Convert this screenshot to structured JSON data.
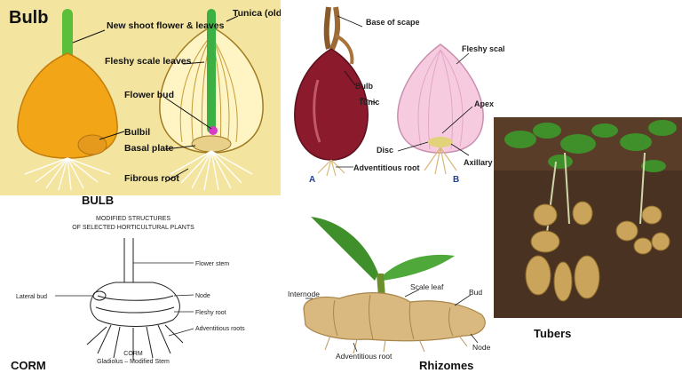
{
  "bulb_panel": {
    "title": "Bulb",
    "labels": {
      "new_shoot": "New shoot flower & leaves",
      "tunica": "Tunica (old leaves)",
      "fleshy_scale_leaves": "Fleshy scale leaves",
      "flower_bud": "Flower bud",
      "bulbil": "Bulbil",
      "basal_plate": "Basal plate",
      "fibrous_root": "Fibrous root"
    },
    "caption": "BULB"
  },
  "onion_panel": {
    "labels": {
      "base_of_scape": "Base of scape",
      "fleshy_scale_leaf": "Fleshy scale leaf",
      "bulb": "Bulb",
      "tunic": "Tunic",
      "apex": "Apex",
      "disc": "Disc",
      "axillary_bud": "Axillary bud",
      "adventitious_root": "Adventitious root"
    },
    "letter_a": "A",
    "letter_b": "B"
  },
  "corm_panel": {
    "heading_line1": "MODIFIED STRUCTURES",
    "heading_line2": "OF SELECTED HORTICULTURAL PLANTS",
    "labels": {
      "flower_stem": "Flower stem",
      "lateral_bud": "Lateral bud",
      "node": "Node",
      "fleshy_root": "Fleshy root",
      "adventitious_roots": "Adventitious roots"
    },
    "figure_caption_1": "CORM",
    "figure_caption_2": "Gladiolus – Modified Stem",
    "caption": "CORM"
  },
  "rhizome_panel": {
    "labels": {
      "internode": "Internode",
      "scale_leaf": "Scale leaf",
      "bud": "Bud",
      "node": "Node",
      "adventitious_root": "Adventitious root"
    },
    "caption": "Rhizomes"
  },
  "tuber_panel": {
    "caption": "Tubers"
  },
  "colors": {
    "bulb_bg": "#f3e5a0",
    "bulb_orange": "#f2a516",
    "onion_red": "#8b1a2c",
    "onion_pink": "#f6cbe0",
    "rhizome_tan": "#d9b980",
    "soil": "#4a3222",
    "leaf_green": "#3f8f2a",
    "potato": "#c9a45a"
  }
}
